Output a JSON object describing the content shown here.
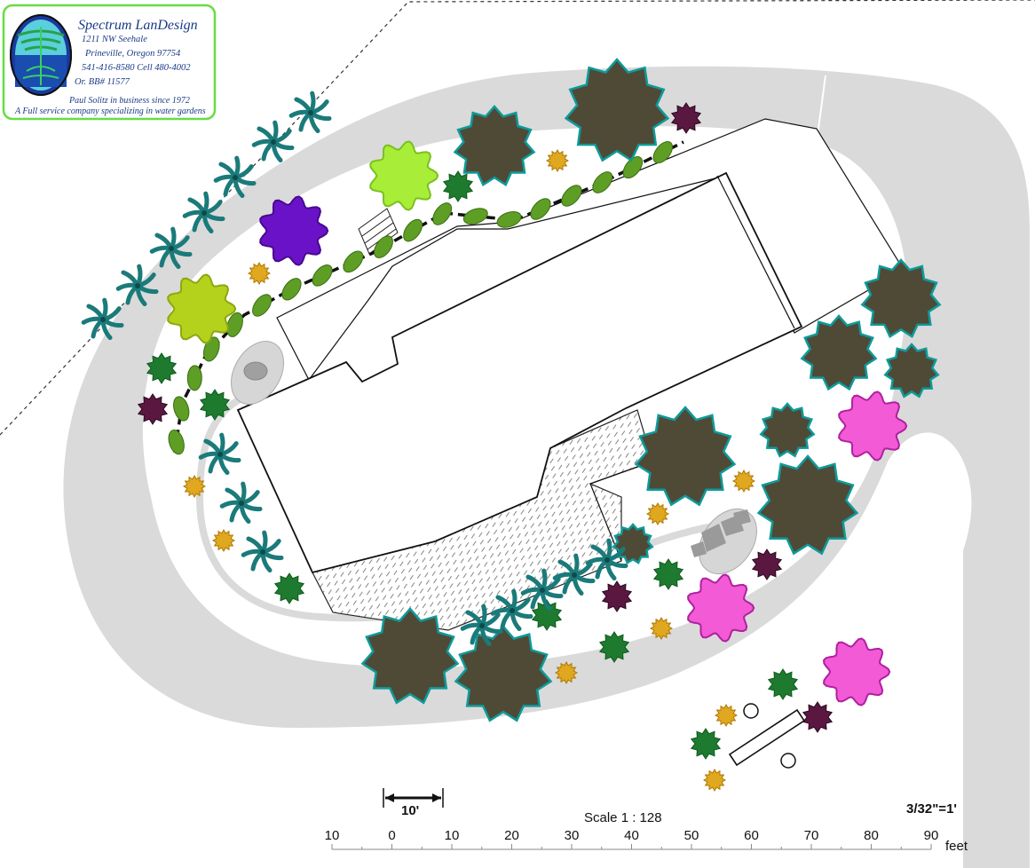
{
  "logo": {
    "company": "Spectrum LanDesign",
    "address": "1211 NW Seehale",
    "city": "Prineville, Oregon 97754",
    "phone": "541-416-8580 Cell 480-4002",
    "license": "Or. BB# 11577",
    "owner_line": "Paul Solitz in business since 1972",
    "tagline": "A Full service company specializing in water gardens",
    "border_color": "#66dd44"
  },
  "scale": {
    "bar_label": "10'",
    "title": "Scale 1 : 128",
    "ratio": "3/32\"=1'",
    "unit": "feet",
    "ticks": [
      "10",
      "0",
      "10",
      "20",
      "30",
      "40",
      "50",
      "60",
      "70",
      "80",
      "90"
    ]
  },
  "colors": {
    "driveway": "#dadada",
    "tree_dark": "#4f4a36",
    "tree_edge": "#0f9a9a",
    "palm": "#1b7a7a",
    "shrub_green": "#1e7a2e",
    "shrub_maroon": "#5a1840",
    "shrub_gold": "#e0a820",
    "pink": "#f25ad6",
    "purple": "#6a12c8",
    "lime_a": "#a8ee38",
    "lime_b": "#b4d21c",
    "hedge": "#5e9e24"
  },
  "icons": [
    "palm-icon",
    "tree-icon",
    "shrub-icon"
  ]
}
